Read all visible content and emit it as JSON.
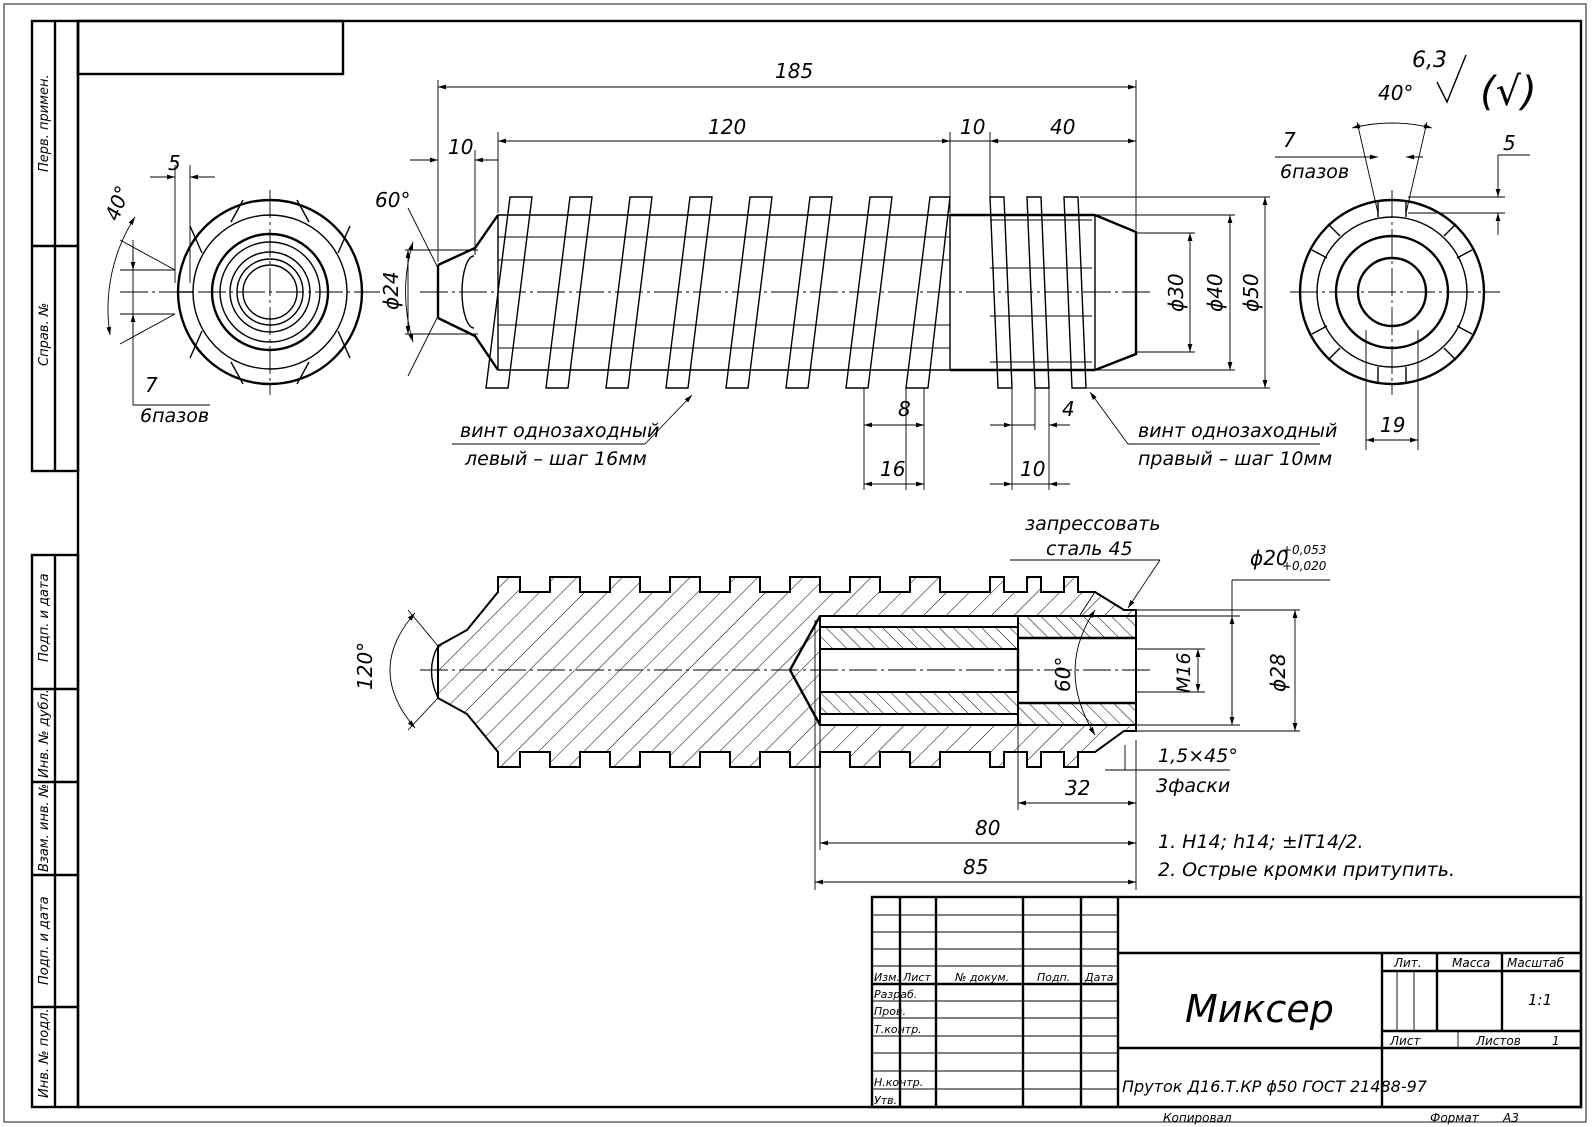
{
  "side_stamp": [
    "Перв. примен.",
    "Справ. №",
    "Подп. и дата",
    "Инв. № дубл.",
    "Взам. инв. №",
    "Подп. и дата",
    "Инв. № подл."
  ],
  "roughness": {
    "value": "6,3",
    "symbol": "(√)"
  },
  "top_view": {
    "dims": [
      "185",
      "120",
      "10",
      "40",
      "10",
      "5",
      "5",
      "7",
      "7",
      "4",
      "8",
      "16",
      "10",
      "19"
    ],
    "angles": [
      "60°",
      "40°",
      "40°"
    ],
    "diameters": [
      "ϕ24",
      "ϕ30",
      "ϕ40",
      "ϕ50"
    ],
    "slots_left": "6пазов",
    "slots_right": "6пазов",
    "note_left_line1": "винт однозаходный",
    "note_left_line2": "левый – шаг 16мм",
    "note_right_line1": "винт однозаходный",
    "note_right_line2": "правый – шаг 10мм"
  },
  "section_view": {
    "press_line1": "запрессовать",
    "press_line2": "сталь 45",
    "bore": "ϕ20",
    "tol_upper": "+0,053",
    "tol_lower": "+0,020",
    "thread": "M16",
    "outer_d": "ϕ28",
    "angle_tip": "120°",
    "angle_cone": "60°",
    "chamfer": "1,5×45°",
    "chamfer_count": "3фаски",
    "dim_32": "32",
    "dim_80": "80",
    "dim_85": "85"
  },
  "notes": [
    "1. H14; h14; ±IT14/2.",
    "2. Острые кромки притупить."
  ],
  "title_block": {
    "name": "Миксер",
    "material": "Пруток Д16.Т.КР ϕ50 ГОСТ 21488-97",
    "col_headers": [
      "Изм.",
      "Лист",
      "№ докум.",
      "Подп.",
      "Дата"
    ],
    "rows": [
      "Разраб.",
      "Пров.",
      "Т.контр.",
      "",
      "Н.контр.",
      "Утв."
    ],
    "lit": "Лит.",
    "mass": "Масса",
    "scale_label": "Масштаб",
    "scale": "1:1",
    "sheet": "Лист",
    "sheets": "Листов",
    "sheets_count": "1",
    "copied": "Копировал",
    "format": "Формат",
    "format_value": "A3"
  }
}
